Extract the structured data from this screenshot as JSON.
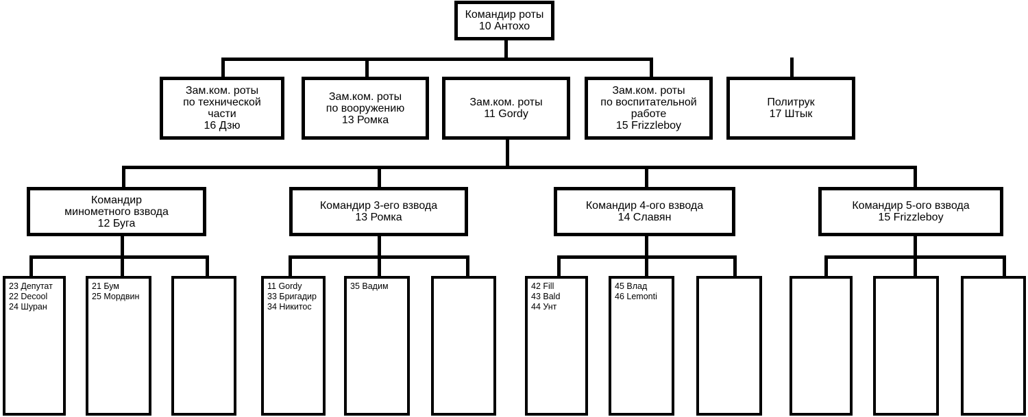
{
  "root": {
    "lines": [
      "Командир роты",
      "10 Антохо"
    ]
  },
  "deputies": [
    {
      "lines": [
        "Зам.ком. роты",
        "по технической",
        "части",
        "16 Дзю"
      ]
    },
    {
      "lines": [
        "Зам.ком. роты",
        "по вооружению",
        "13 Ромка"
      ]
    },
    {
      "lines": [
        "Зам.ком. роты",
        "11 Gordy"
      ]
    },
    {
      "lines": [
        "Зам.ком. роты",
        "по воспитательной",
        "работе",
        "15 Frizzleboy"
      ]
    },
    {
      "lines": [
        "Политрук",
        "17 Штык"
      ]
    }
  ],
  "platoons": [
    {
      "lines": [
        "Командир",
        "минометного взвода",
        "12 Буга"
      ],
      "squads": [
        [
          "23 Депутат",
          "22 Decool",
          "24 Шуран"
        ],
        [
          "21 Бум",
          "25 Мордвин"
        ],
        []
      ]
    },
    {
      "lines": [
        "Командир 3-его взвода",
        "13 Ромка"
      ],
      "squads": [
        [
          "11 Gordy",
          "33 Бригадир",
          "34 Никитос"
        ],
        [
          "35 Вадим"
        ],
        []
      ]
    },
    {
      "lines": [
        "Командир 4-ого взвода",
        "14 Славян"
      ],
      "squads": [
        [
          "42 Fill",
          "43 Bald",
          "44 Унт"
        ],
        [
          "45 Влад",
          "46 Lemonti"
        ],
        []
      ]
    },
    {
      "lines": [
        "Командир 5-ого взвода",
        "15 Frizzleboy"
      ],
      "squads": [
        [],
        [],
        []
      ]
    }
  ]
}
